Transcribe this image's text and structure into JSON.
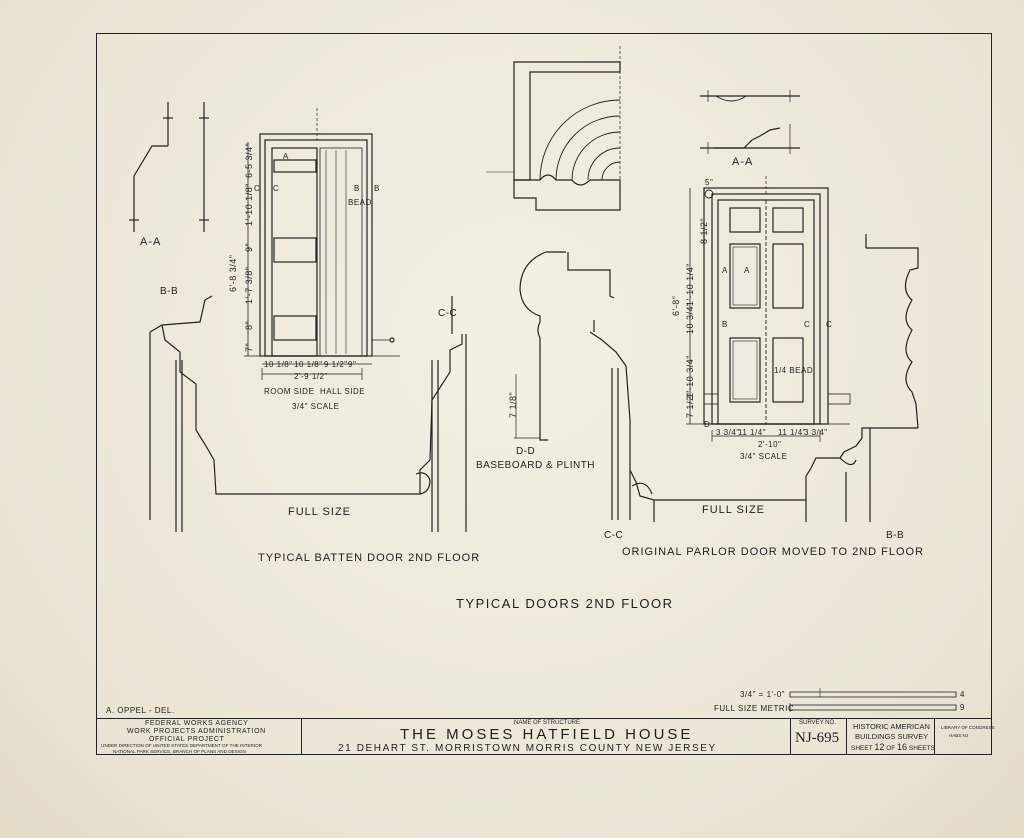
{
  "drawing": {
    "main_title": "TYPICAL DOORS 2ND FLOOR",
    "left_door_title": "TYPICAL BATTEN DOOR 2ND FLOOR",
    "right_door_title": "ORIGINAL PARLOR DOOR MOVED TO 2ND FLOOR",
    "delineator": "A. OPPEL - DEL."
  },
  "sections": {
    "aa": "A-A",
    "bb": "B-B",
    "cc": "C-C",
    "dd": "D-D",
    "a": "A",
    "b": "B",
    "c": "C",
    "d": "D",
    "bead": "BEAD",
    "bead_right": "1/4 BEAD",
    "baseboard": "BASEBOARD & PLINTH",
    "full_size": "FULL SIZE",
    "scale_34": "3/4\" SCALE",
    "room_side": "ROOM SIDE",
    "hall_side": "HALL SIDE",
    "five": "5\""
  },
  "dimensions": {
    "left_widths": [
      "10 1/8\"",
      "10 1/8\"",
      "9 1/2\"",
      "9\""
    ],
    "left_total": "2'-9 1/2\"",
    "left_vert": [
      "6-5 3/4\"",
      "1'-10 1/8\"",
      "9\"",
      "1'-7 3/8\"",
      "8\"",
      "7\""
    ],
    "left_overall": "6'-8 3/4\"",
    "right_widths": [
      "3 3/4\"",
      "11 1/4\"",
      "11 1/4\"",
      "3 3/4\""
    ],
    "right_total": "2'-10\"",
    "right_vert": [
      "8 1/2\"",
      "1'-10 1/4\"",
      "10 3/4\"",
      "1'-10 3/4\"",
      "7 1/2\""
    ],
    "right_overall": "6'-8\"",
    "baseboard_height": "7 1/8\""
  },
  "scale_bar": {
    "scale_label": "3/4\" = 1'-0\"",
    "metric_label": "FULL SIZE METRIC",
    "end_a": "4",
    "end_b": "9"
  },
  "title_block": {
    "agency_1": "FEDERAL WORKS AGENCY",
    "agency_2": "WORK PROJECTS ADMINISTRATION",
    "agency_3": "OFFICIAL PROJECT",
    "agency_4": "UNDER DIRECTION OF UNITED STATES DEPARTMENT OF THE INTERIOR",
    "agency_5": "NATIONAL PARK SERVICE, BRANCH OF PLANS AND DESIGN",
    "name_caption": "NAME OF STRUCTURE",
    "structure_name": "THE MOSES HATFIELD HOUSE",
    "address": "21 DEHART ST. MORRISTOWN MORRIS COUNTY NEW JERSEY",
    "survey_caption": "SURVEY NO.",
    "survey_no": "NJ-695",
    "habs_1": "HISTORIC AMERICAN",
    "habs_2": "BUILDINGS SURVEY",
    "sheet_prefix": "SHEET",
    "sheet_no": "12",
    "sheet_of": "OF",
    "sheet_total": "16",
    "sheet_suffix": "SHEETS",
    "lib_1": "LIBRARY OF CONGRESS",
    "lib_2": "HABS NJ"
  }
}
